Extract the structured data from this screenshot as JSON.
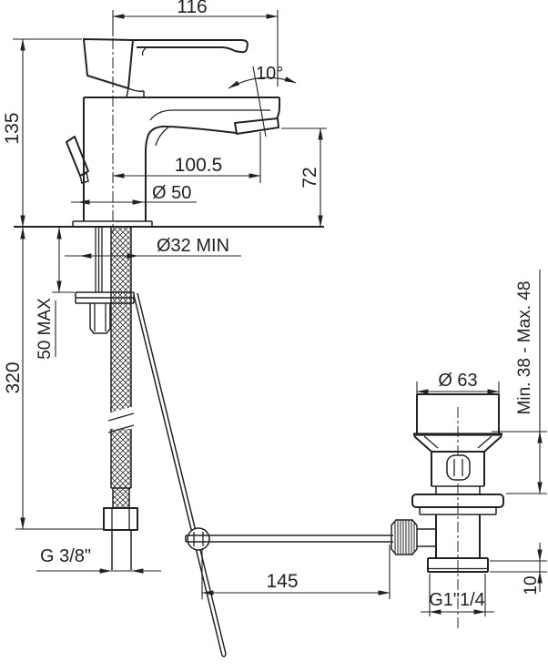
{
  "drawing": {
    "type": "technical-dimension-drawing",
    "subject": "single-lever basin mixer faucet with flexible hose and pop-up waste drain",
    "background": "#ffffff",
    "line_color": "#222222",
    "dimensions": {
      "spout_width": "116",
      "spout_angle": "10°",
      "body_height": "135",
      "spout_reach": "100.5",
      "spout_outlet_height": "72",
      "base_diameter": "Ø 50",
      "mounting_hole": "Ø32 MIN",
      "deck_thickness": "50 MAX",
      "hose_length": "320",
      "hose_thread": "G 3/8\"",
      "rod_to_drain": "145",
      "drain_cap_diameter": "Ø 63",
      "basin_range": "Min. 38 - Max. 48",
      "drain_thread": "G1\"1/4",
      "locknut_height": "10"
    }
  }
}
